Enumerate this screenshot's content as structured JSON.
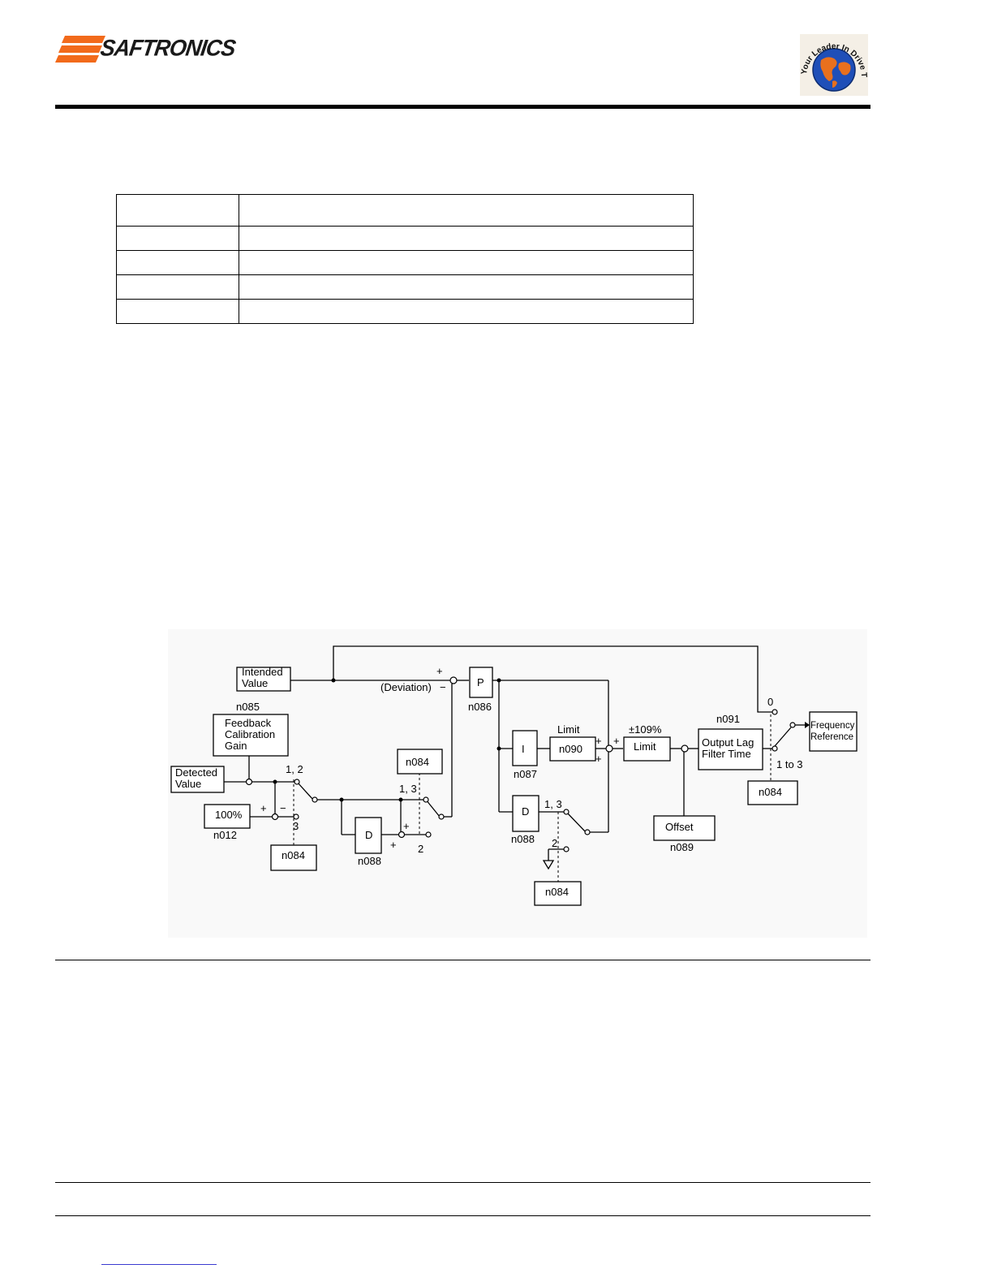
{
  "header": {
    "logo_text": "SAFTRONICS",
    "globe_slogan": "Your Leader In Drive Technology"
  },
  "table": {
    "rows": 5,
    "cells": [
      [
        "",
        ""
      ],
      [
        "",
        ""
      ],
      [
        "",
        ""
      ],
      [
        "",
        ""
      ],
      [
        "",
        ""
      ]
    ]
  },
  "diagram": {
    "intended_value": [
      "Intended",
      "Value"
    ],
    "deviation": "(Deviation)",
    "plus": "+",
    "minus": "−",
    "p_block": "P",
    "n086": "n086",
    "n085": "n085",
    "feedback_gain": [
      "Feedback",
      "Calibration",
      "Gain"
    ],
    "detected_value": [
      "Detected",
      "Value"
    ],
    "sw_1_2": "1, 2",
    "sw_3": "3",
    "pct_100": "100%",
    "n012": "n012",
    "n084": "n084",
    "d_block": "D",
    "n088": "n088",
    "sw_1_3": "1, 3",
    "sw_2": "2",
    "i_block": "I",
    "n087": "n087",
    "limit_label": "Limit",
    "n090": "n090",
    "pm_109": "±109%",
    "limit_block": "Limit",
    "offset": "Offset",
    "n089": "n089",
    "n091": "n091",
    "output_lag": [
      "Output Lag",
      "Filter Time"
    ],
    "sw_0": "0",
    "sw_1_to_3": "1 to 3",
    "freq_ref": [
      "Frequency",
      "Reference"
    ]
  }
}
